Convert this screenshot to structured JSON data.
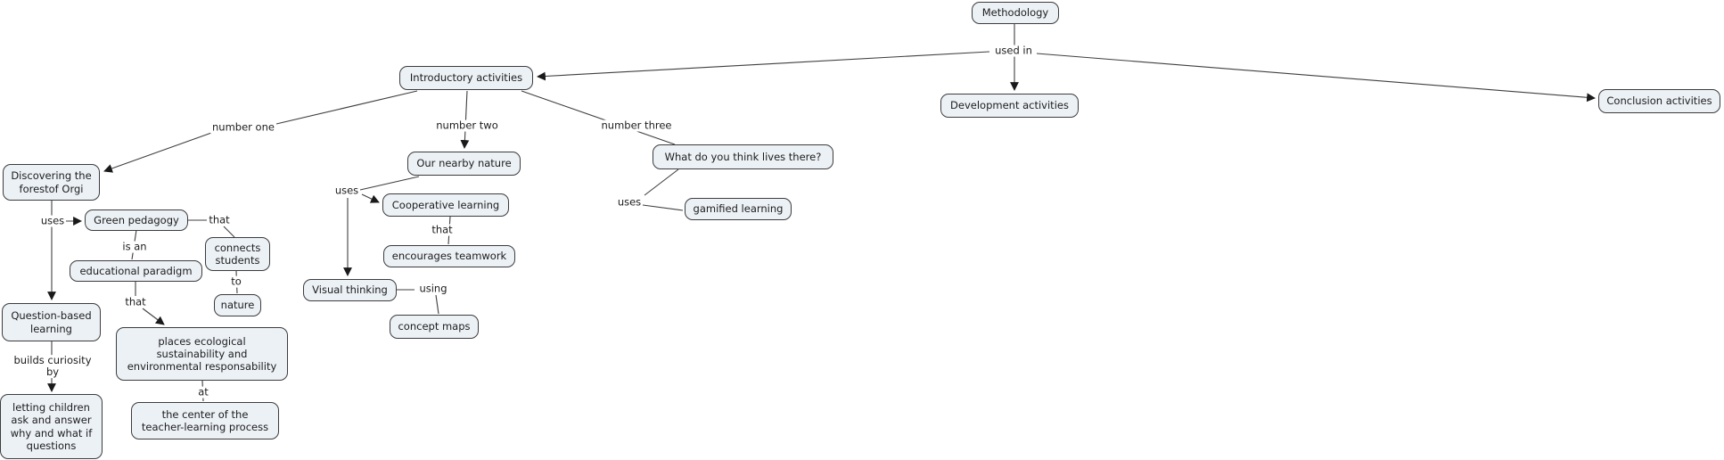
{
  "canvas": {
    "background": "#ffffff",
    "node_fill": "#ecf1f6",
    "node_border": "#3c3c3c",
    "line_color": "#3f3f3f",
    "text_color": "#1c1c1c"
  },
  "nodes": {
    "methodology": {
      "label": "Methodology"
    },
    "introductory_activities": {
      "label": "Introductory activities"
    },
    "development_activities": {
      "label": "Development activities"
    },
    "conclusion_activities": {
      "label": "Conclusion activities"
    },
    "discovering_forest": {
      "label": "Discovering the\nforestof Orgi"
    },
    "green_pedagogy": {
      "label": "Green pedagogy"
    },
    "connects_students": {
      "label": "connects\nstudents"
    },
    "educational_paradigm": {
      "label": "educational paradigm"
    },
    "nature": {
      "label": "nature"
    },
    "question_based_learning": {
      "label": "Question-based\nlearning"
    },
    "places_ecological": {
      "label": "places ecological\nsustainability and\nenvironmental responsability"
    },
    "center_teacher_learning": {
      "label": "the center of the\nteacher-learning process"
    },
    "letting_children": {
      "label": "letting children\nask and answer\nwhy and what if\nquestions"
    },
    "our_nearby_nature": {
      "label": "Our nearby nature"
    },
    "cooperative_learning": {
      "label": "Cooperative learning"
    },
    "encourages_teamwork": {
      "label": "encourages teamwork"
    },
    "visual_thinking": {
      "label": "Visual thinking"
    },
    "concept_maps": {
      "label": "concept maps"
    },
    "what_do_you_think": {
      "label": "What do you think lives there?"
    },
    "gamified_learning": {
      "label": "gamified learning"
    }
  },
  "edge_labels": {
    "used_in": "used in",
    "number_one": "number one",
    "number_two": "number two",
    "number_three": "number three",
    "uses_discovering": "uses",
    "is_an": "is an",
    "that_connects": "that",
    "to_nature": "to",
    "that_places": "that",
    "at_center": "at",
    "builds_curiosity_by": "builds curiosity\nby",
    "uses_nearby": "uses",
    "that_teamwork": "that",
    "using_maps": "using",
    "uses_gamified": "uses"
  },
  "links": [
    {
      "from": "Methodology",
      "label": "used in",
      "to": [
        "Introductory activities",
        "Development activities",
        "Conclusion activities"
      ]
    },
    {
      "from": "Introductory activities",
      "label": "number one",
      "to": [
        "Discovering the forestof Orgi"
      ]
    },
    {
      "from": "Introductory activities",
      "label": "number two",
      "to": [
        "Our nearby nature"
      ]
    },
    {
      "from": "Introductory activities",
      "label": "number three",
      "to": [
        "What do you think lives there?"
      ]
    },
    {
      "from": "Discovering the forestof Orgi",
      "label": "uses",
      "to": [
        "Green pedagogy",
        "Question-based learning"
      ]
    },
    {
      "from": "Green pedagogy",
      "label": "is an",
      "to": [
        "educational paradigm"
      ]
    },
    {
      "from": "Green pedagogy",
      "label": "that",
      "to": [
        "connects students"
      ]
    },
    {
      "from": "connects students",
      "label": "to",
      "to": [
        "nature"
      ]
    },
    {
      "from": "educational paradigm",
      "label": "that",
      "to": [
        "places ecological sustainability and environmental responsability"
      ]
    },
    {
      "from": "places ecological sustainability and environmental responsability",
      "label": "at",
      "to": [
        "the center of the teacher-learning process"
      ]
    },
    {
      "from": "Question-based learning",
      "label": "builds curiosity by",
      "to": [
        "letting children ask and answer why and what if questions"
      ]
    },
    {
      "from": "Our nearby nature",
      "label": "uses",
      "to": [
        "Cooperative learning",
        "Visual thinking"
      ]
    },
    {
      "from": "Cooperative learning",
      "label": "that",
      "to": [
        "encourages teamwork"
      ]
    },
    {
      "from": "Visual thinking",
      "label": "using",
      "to": [
        "concept maps"
      ]
    },
    {
      "from": "What do you think lives there?",
      "label": "uses",
      "to": [
        "gamified learning"
      ]
    }
  ]
}
